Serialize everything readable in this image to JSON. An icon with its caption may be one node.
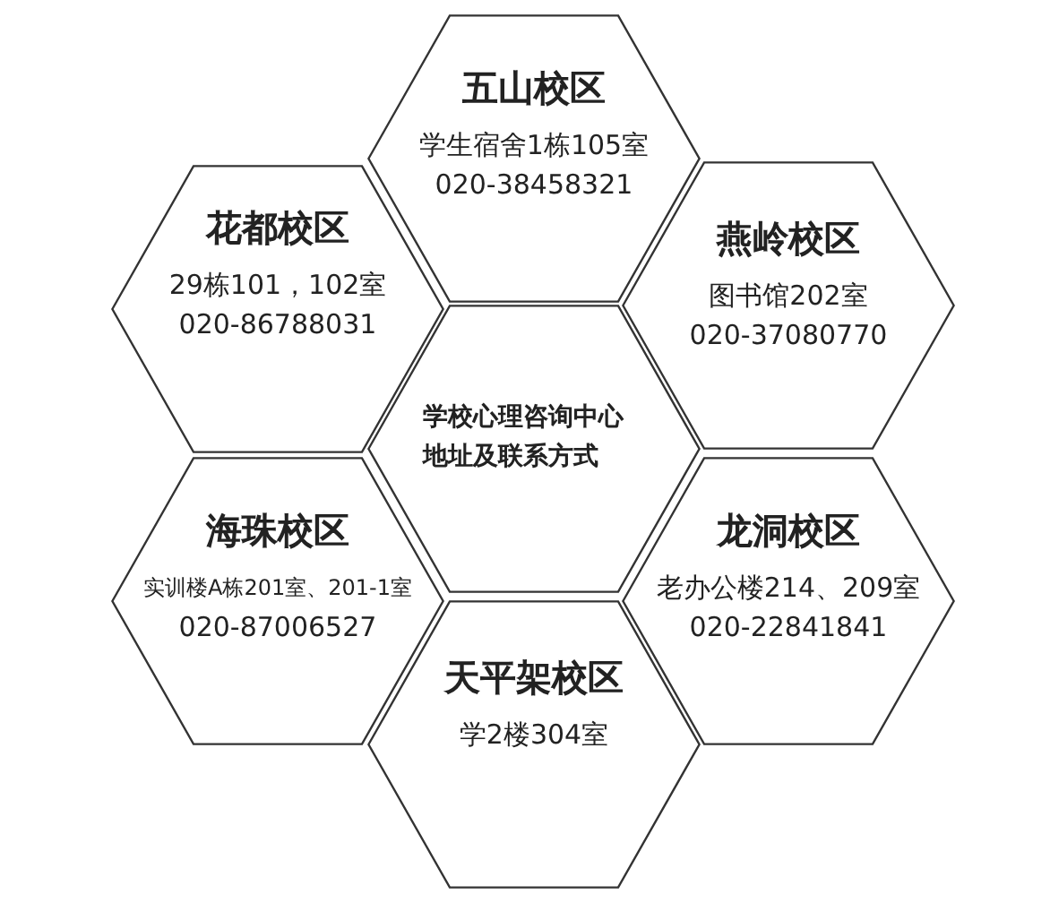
{
  "diagram": {
    "nodes": [
      {
        "text": [
          "五山校区",
          "学生宿舍1栋105室",
          "020-38458321"
        ]
      },
      {
        "text": [
          "花都校区",
          "29栋101，102室",
          "020-86788031"
        ]
      },
      {
        "text": [
          "燕岭校区",
          "图书馆202室",
          "020-37080770"
        ]
      },
      {
        "text": [
          "学校心理咨询中心地址及联系方式"
        ]
      },
      {
        "text": [
          "海珠校区",
          "实训楼A栋201室、201-1室",
          "020-87006527"
        ]
      },
      {
        "text": [
          "龙洞校区",
          "老办公楼214、209室",
          "020-22841841"
        ]
      },
      {
        "text": [
          "天平架校区",
          "学2楼304室"
        ]
      }
    ]
  }
}
